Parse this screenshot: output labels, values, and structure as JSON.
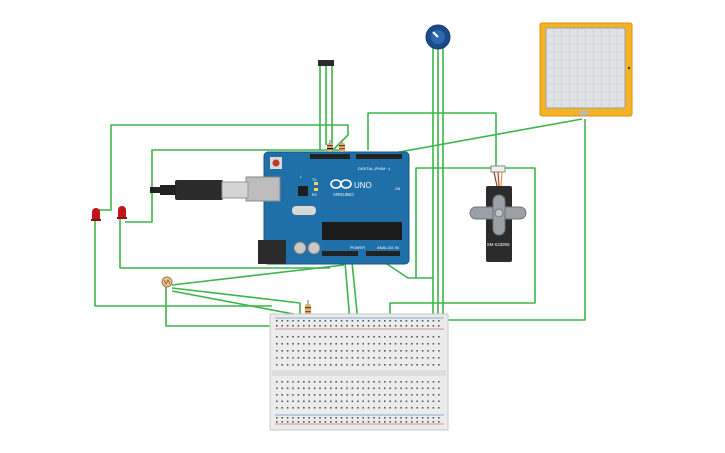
{
  "board": {
    "logo_text": "ARDUINO",
    "model_text": "UNO",
    "digital_label": "DIGITAL (PWM ~)",
    "power_label": "POWER",
    "analog_label": "ANALOG IN",
    "tx_label": "TX",
    "rx_label": "RX",
    "on_label": "ON",
    "l_label": "L"
  },
  "servo": {
    "model_text": "SM-S2309S"
  },
  "colors": {
    "wire": "#3cb54a",
    "board": "#1f6fa8",
    "breadboard": "#ececec",
    "display_frame": "#f5b324",
    "led": "#c0161b",
    "pot_knob": "#1a4c8c"
  },
  "icons": {
    "led": "led-icon",
    "photoresistor": "photoresistor-icon",
    "potentiometer": "potentiometer-icon",
    "servo": "servo-icon",
    "resistor": "resistor-icon",
    "usb": "usb-cable-icon"
  }
}
